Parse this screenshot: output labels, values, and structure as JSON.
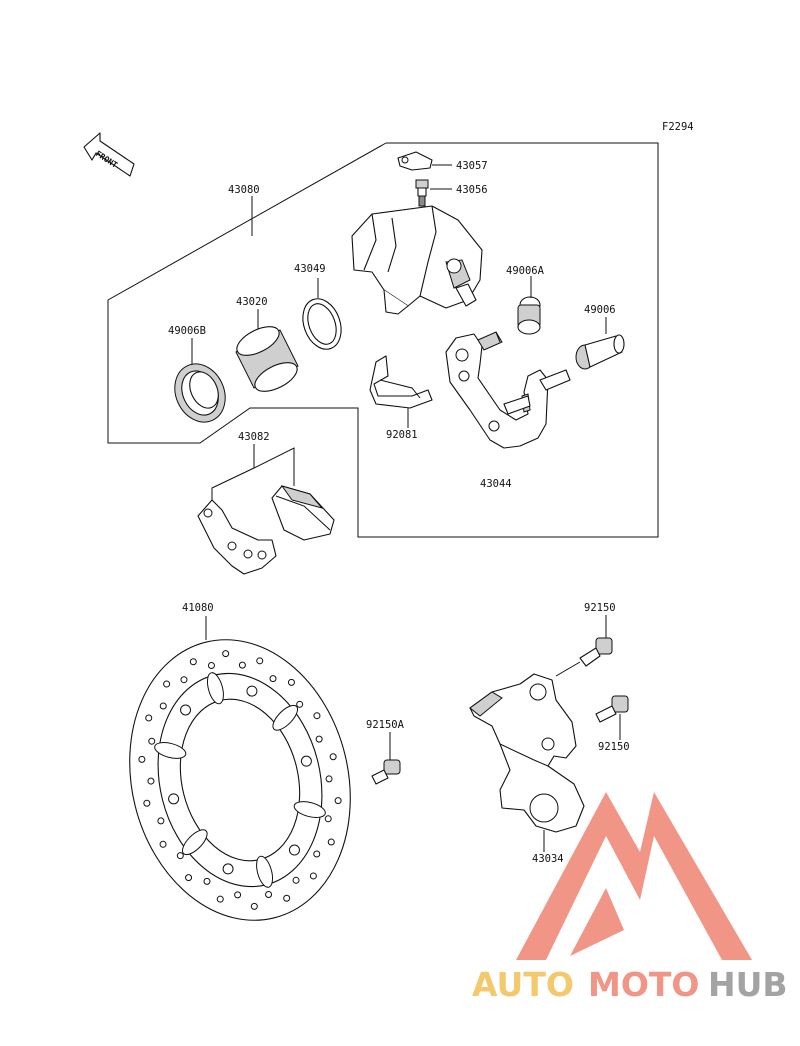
{
  "diagram_id": "F2294",
  "front_label": "FRONT",
  "parts": {
    "p43080": "43080",
    "p43057": "43057",
    "p43056": "43056",
    "p43049": "43049",
    "p49006A": "49006A",
    "p43020": "43020",
    "p49006B": "49006B",
    "p49006": "49006",
    "p92081": "92081",
    "p43082": "43082",
    "p43044": "43044",
    "p41080": "41080",
    "p92150_top": "92150",
    "p92150_mid": "92150",
    "p92150A": "92150A",
    "p43034": "43034"
  },
  "watermark": {
    "auto": "AUTO",
    "moto": "MOTO",
    "hub": "HUB",
    "colors": {
      "auto": "#f3c35e",
      "moto": "#f08a7a",
      "hub": "#9a9a9a",
      "triangle": "#f08a7a"
    }
  }
}
